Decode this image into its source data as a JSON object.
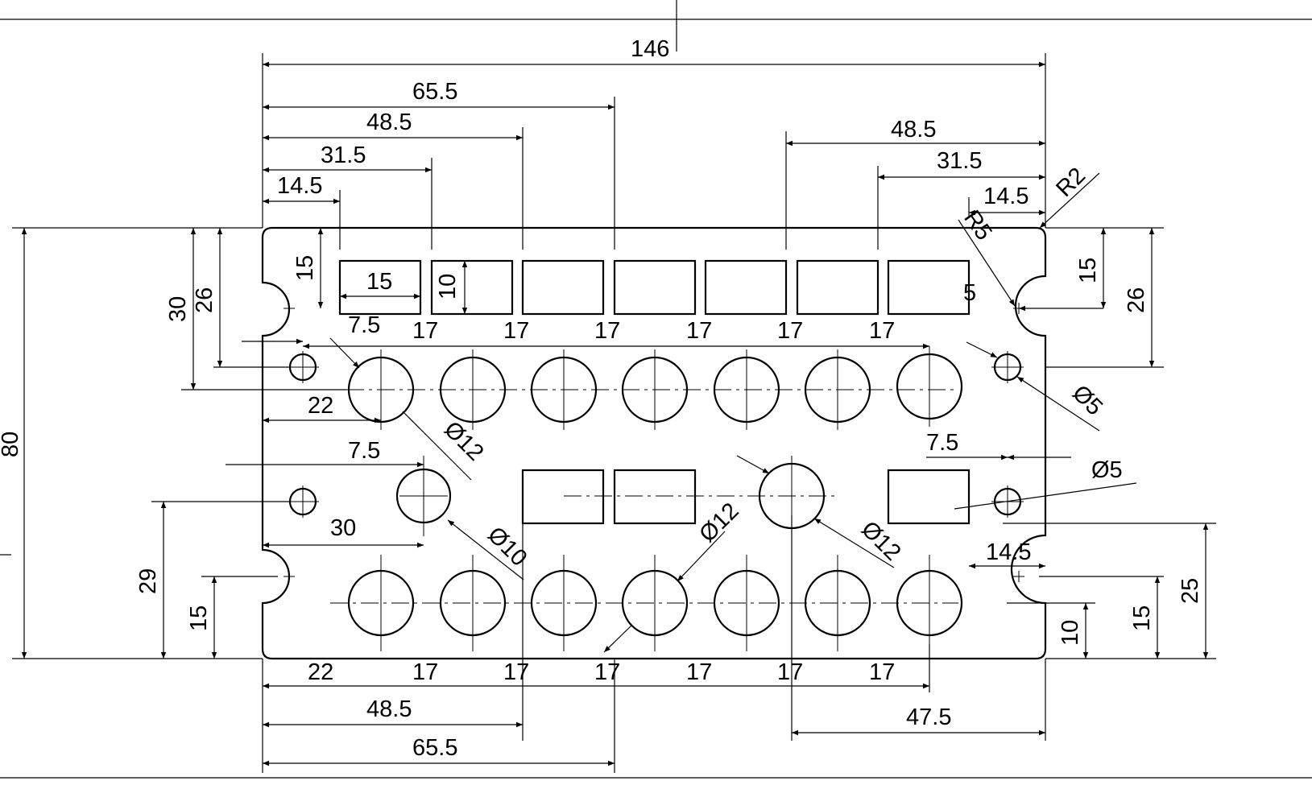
{
  "drawing": {
    "overall_width": "146",
    "overall_height": "80",
    "top_left_chain": [
      "14.5",
      "31.5",
      "48.5",
      "65.5"
    ],
    "top_right_chain": [
      "14.5",
      "31.5",
      "48.5"
    ],
    "bottom_left_chain": [
      "48.5",
      "65.5"
    ],
    "bottom_right_dim": "47.5",
    "pitch": "17",
    "edge_offset_22": "22",
    "offset_7_5": "7.5",
    "offset_30": "30",
    "rect_width": "15",
    "rect_height": "10",
    "left_15": "15",
    "left_26": "26",
    "left_30": "30",
    "left_29": "29",
    "left_15_bottom": "15",
    "right_15": "15",
    "right_26": "26",
    "right_25": "25",
    "right_15_bottom": "15",
    "right_10": "10",
    "right_5": "5",
    "right_14_5_bottom": "14.5",
    "radius_r2": "R2",
    "radius_r5": "R5",
    "dia_12": "Ø12",
    "dia_10": "Ø10",
    "dia_5": "Ø5"
  }
}
